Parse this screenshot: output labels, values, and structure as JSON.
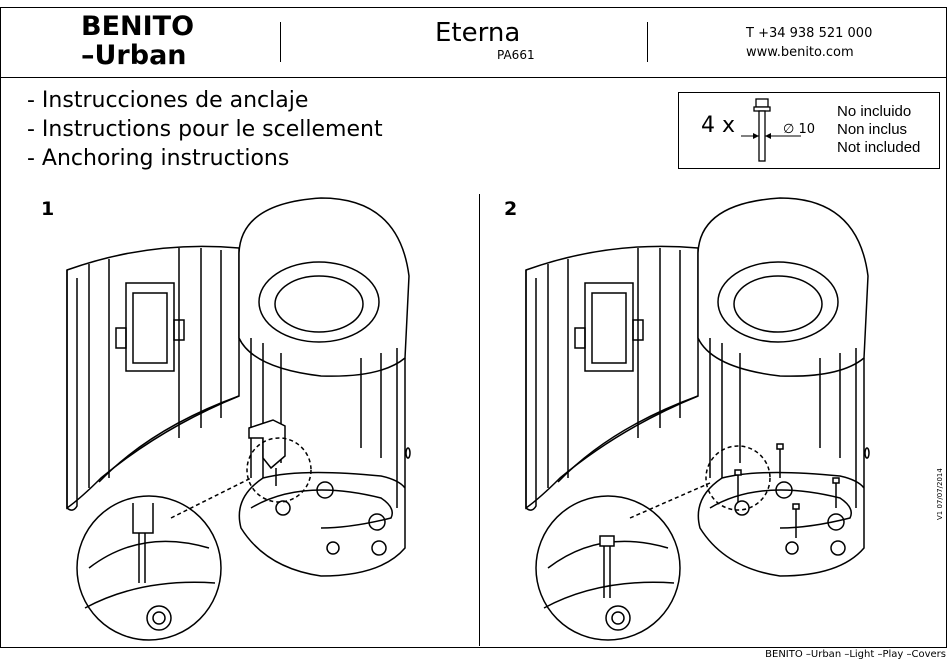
{
  "header": {
    "brand_line1": "BENITO",
    "brand_line2": "–Urban",
    "product_name": "Eterna",
    "product_code": "PA661",
    "phone": "T +34 938 521 000",
    "website": "www.benito.com"
  },
  "titles": [
    "- Instrucciones de anclaje",
    "- Instructions pour le scellement",
    "- Anchoring instructions"
  ],
  "hardware": {
    "quantity": "4 x",
    "diameter": "∅ 10",
    "note_es": "No incluido",
    "note_fr": "Non inclus",
    "note_en": "Not included"
  },
  "steps": [
    {
      "number": "1"
    },
    {
      "number": "2"
    }
  ],
  "footer": {
    "catalog": "BENITO –Urban –Light –Play –Covers",
    "version": "V1 07/07/2014"
  }
}
